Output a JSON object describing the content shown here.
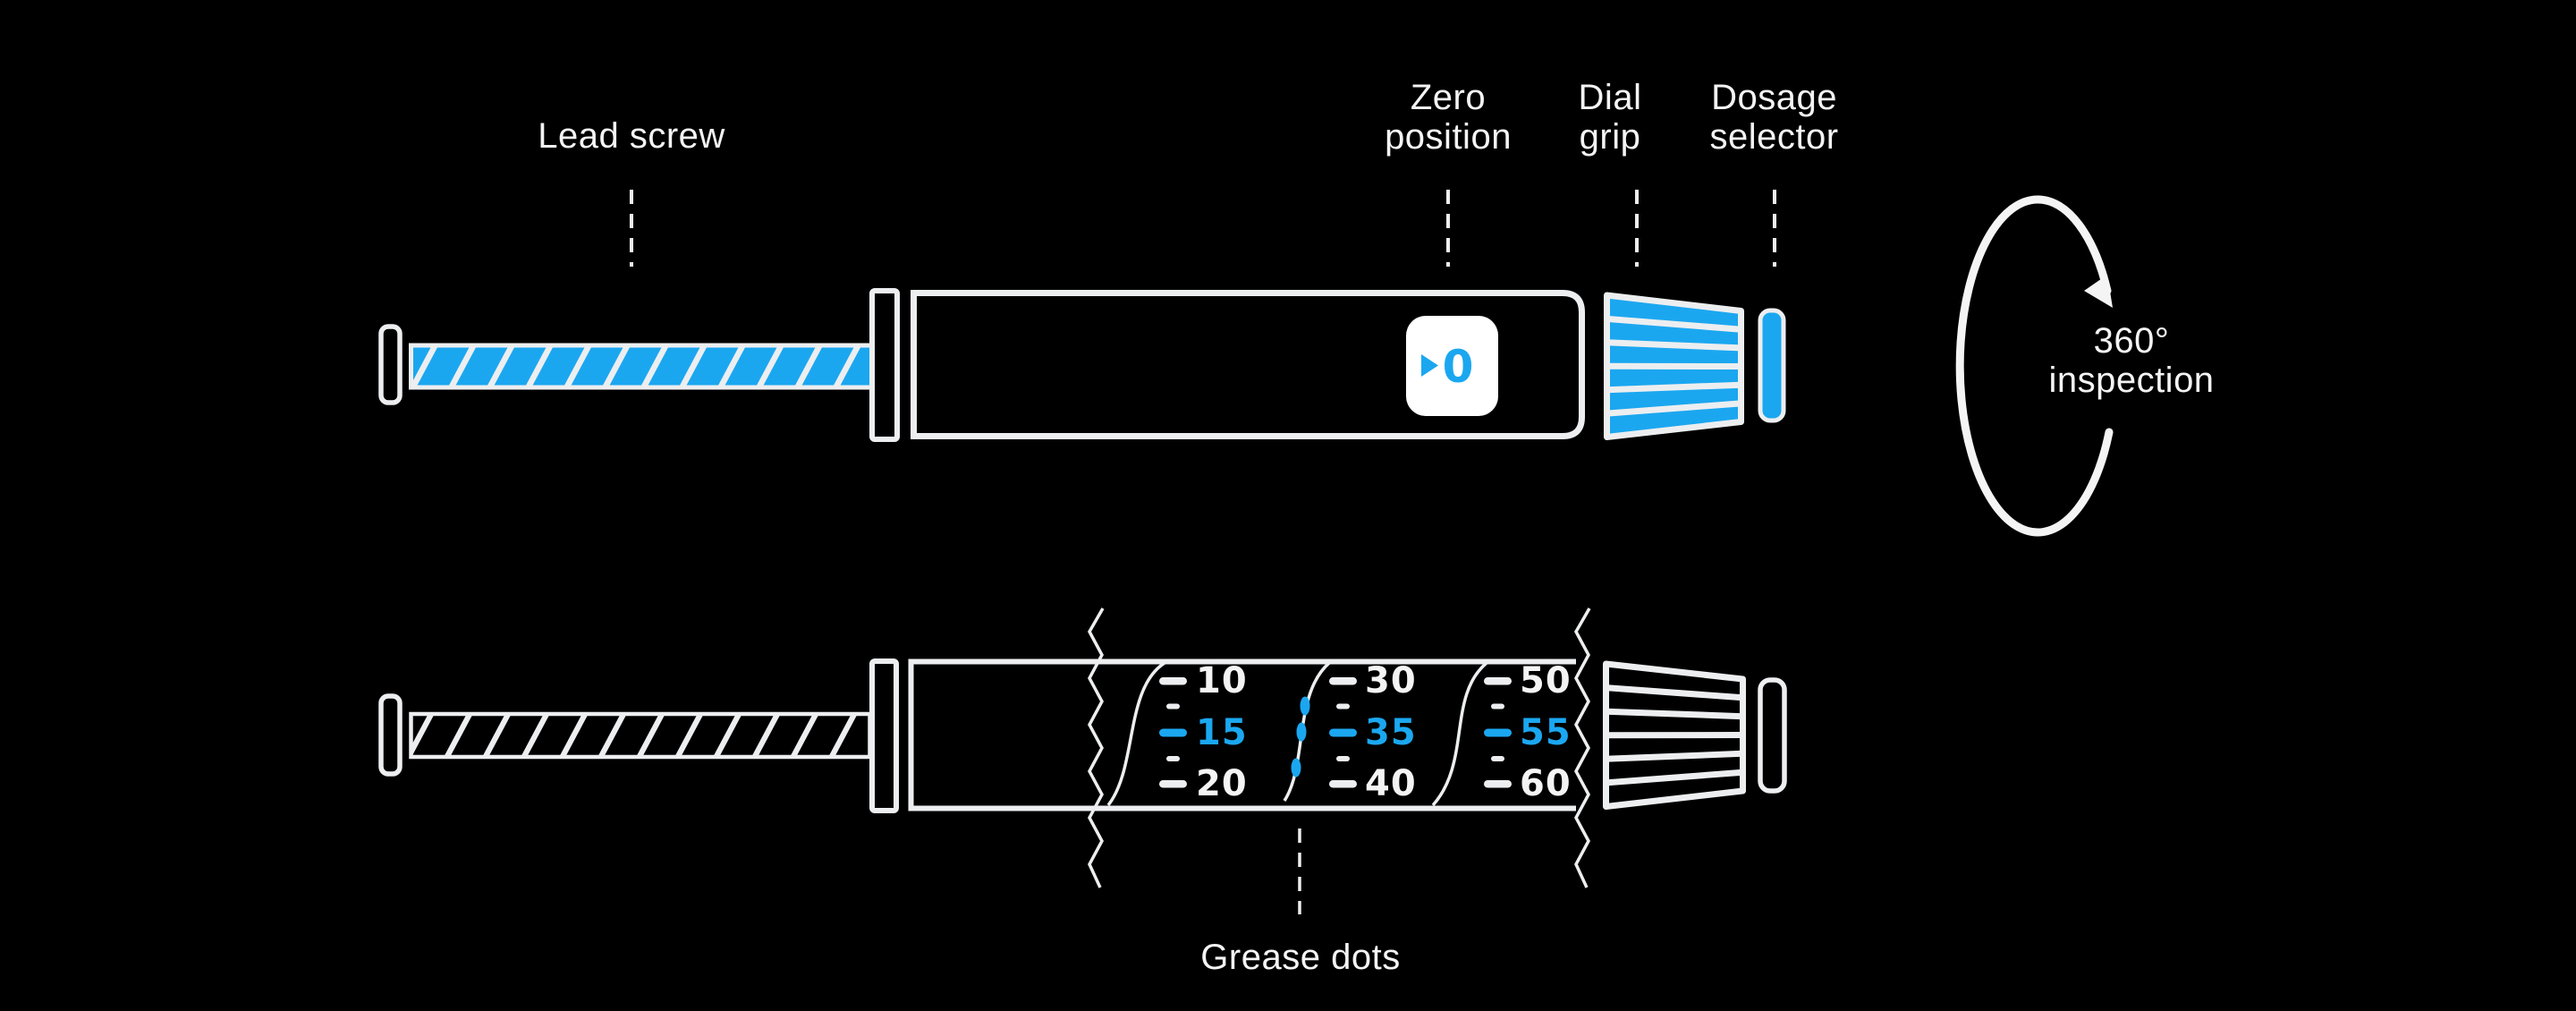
{
  "figure": {
    "background": "#000000",
    "accent_blue": "#1ba7f0",
    "outline_white": "#eceef0",
    "text_white": "#f4f4f4"
  },
  "callouts": {
    "lead_screw": "Lead screw",
    "zero_position": "Zero position",
    "dial_grip": "Dial grip",
    "dosage_selector": "Dosage selector",
    "inspection_360": "360° inspection",
    "grease_dots": "Grease dots"
  },
  "dose_window": {
    "value": "0"
  },
  "dose_scale": {
    "columns": [
      {
        "values": [
          "10",
          "15",
          "20"
        ]
      },
      {
        "values": [
          "30",
          "35",
          "40"
        ]
      },
      {
        "values": [
          "50",
          "55",
          "60"
        ]
      }
    ],
    "highlighted_values": [
      "15",
      "35",
      "55"
    ]
  }
}
